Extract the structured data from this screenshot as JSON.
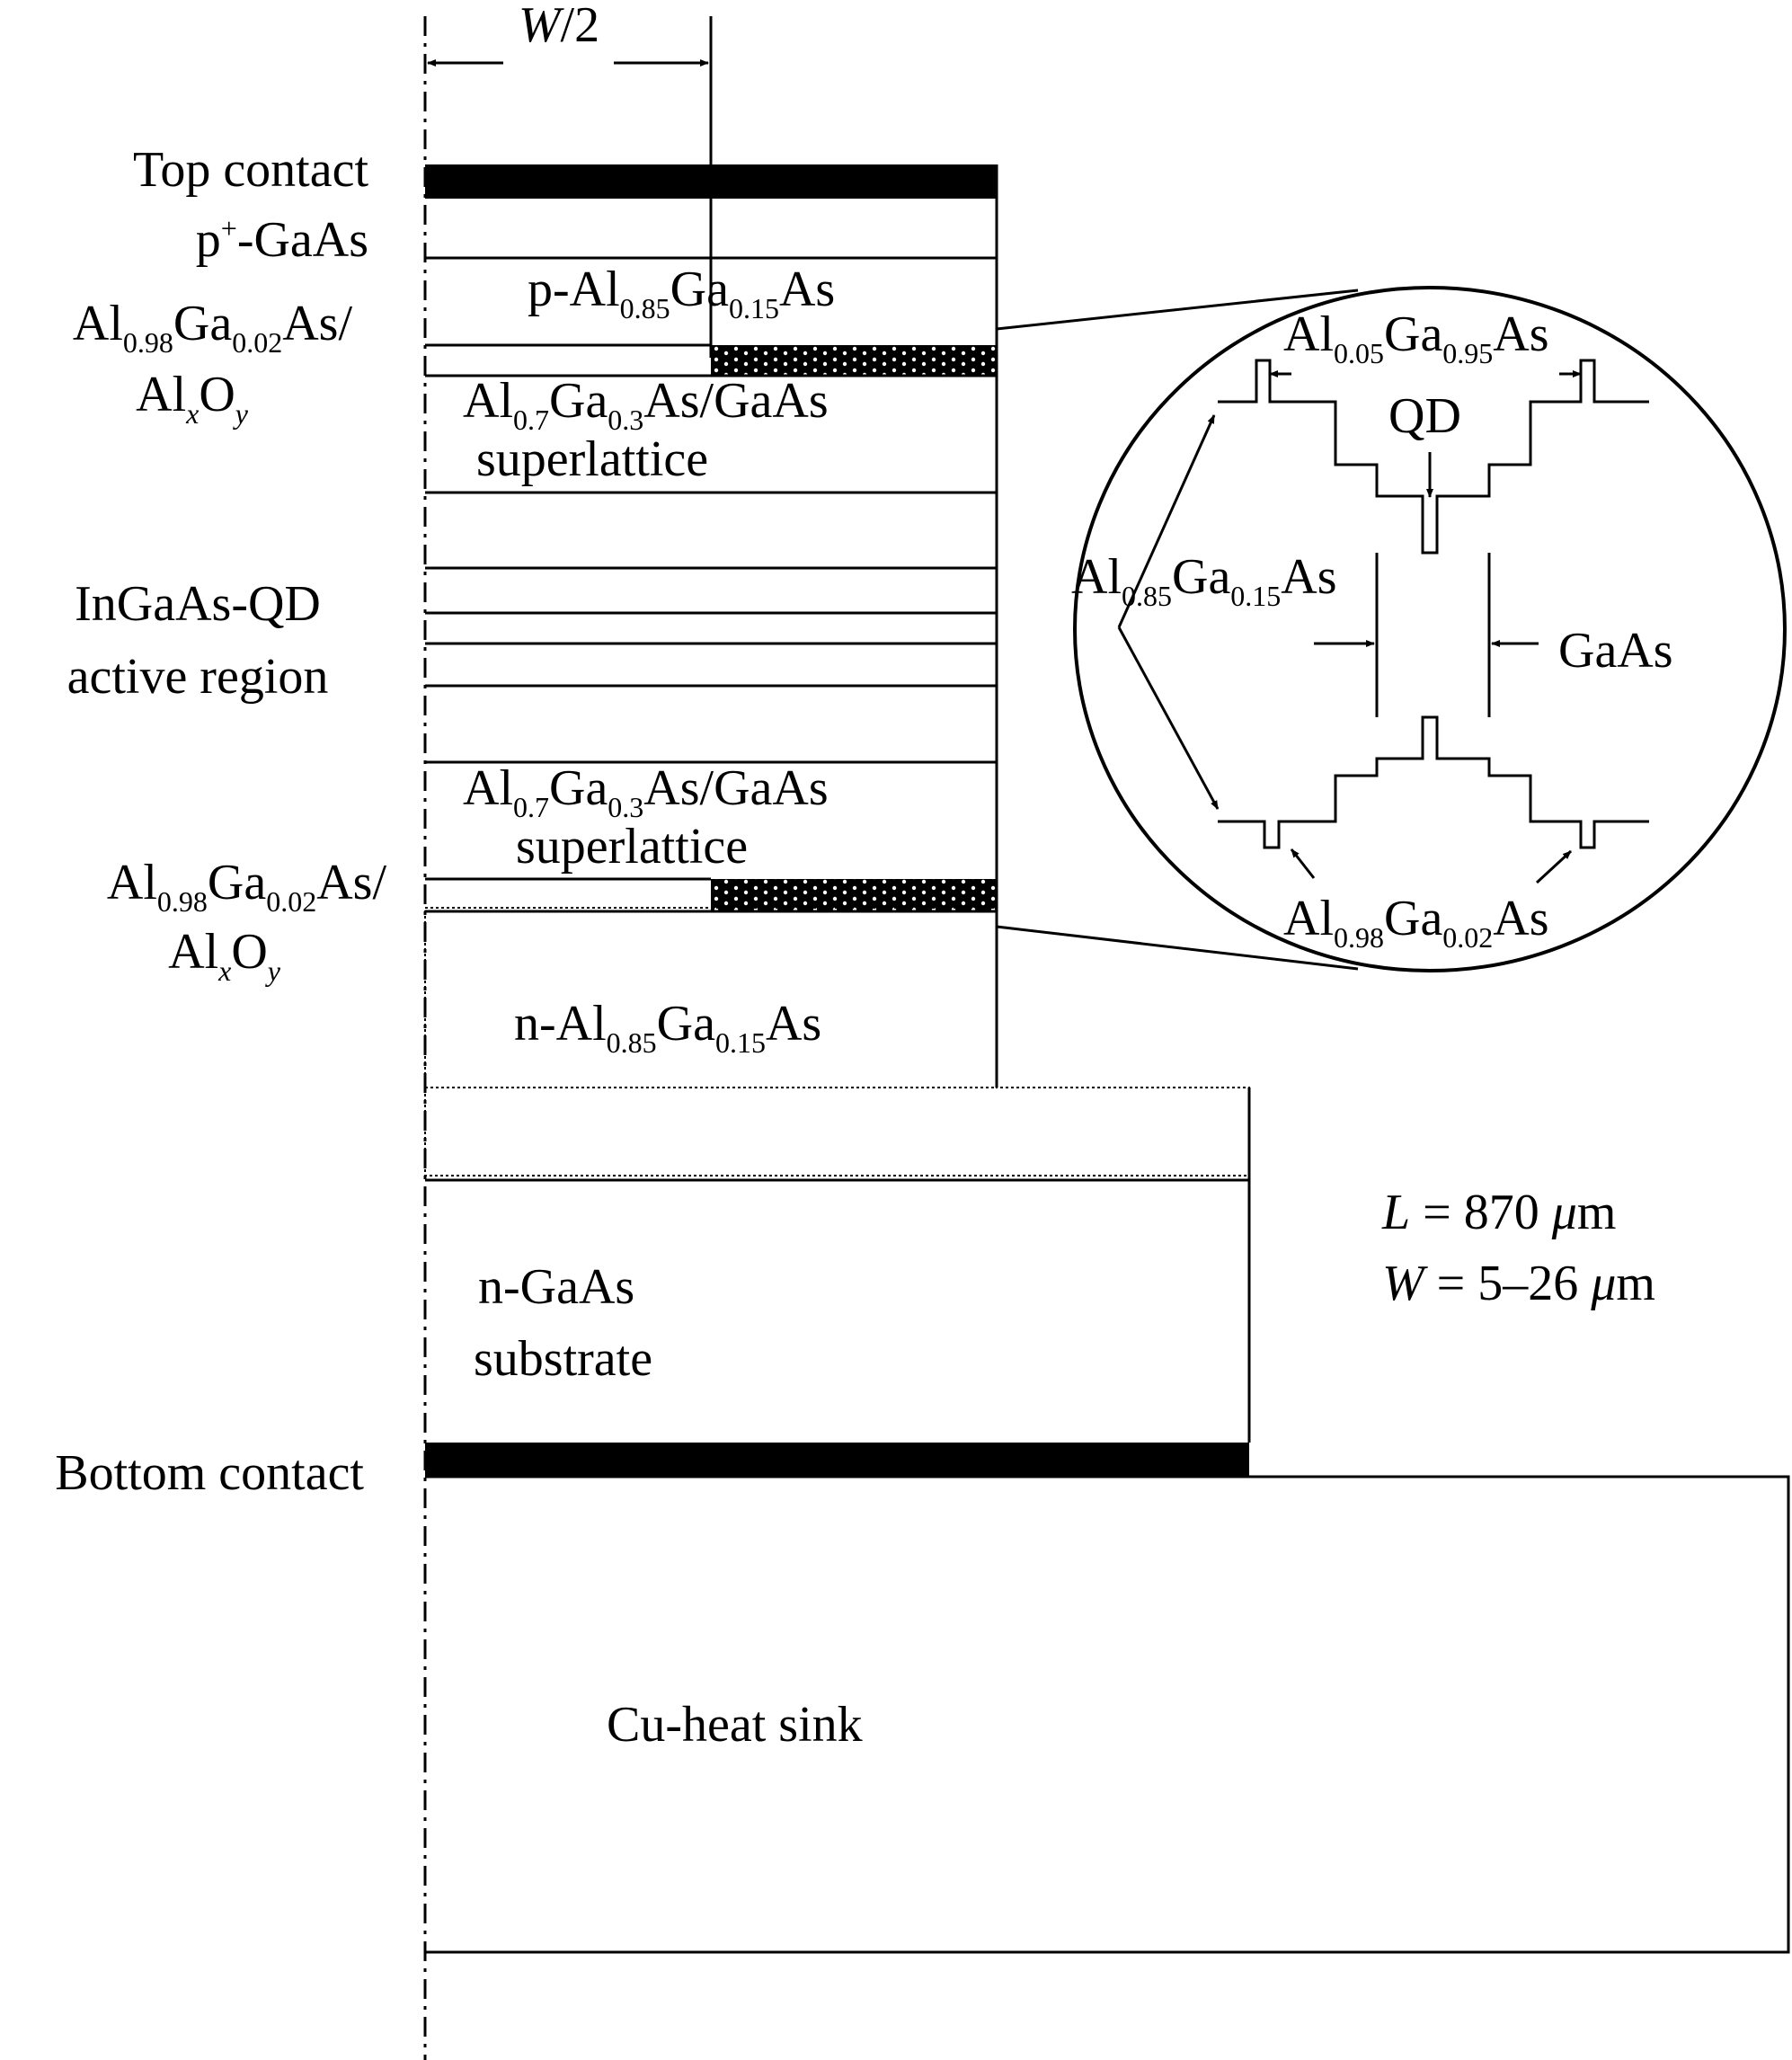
{
  "dimension": {
    "symbol": "W",
    "suffix": "/2"
  },
  "left_labels": {
    "top_contact": "Top contact",
    "p_gaas": {
      "base": "p",
      "sup": "+",
      "rest": "-GaAs"
    },
    "al098_top": {
      "al": "Al",
      "sub1": "0.98",
      "ga": "Ga",
      "sub2": "0.02",
      "as": "As/"
    },
    "alxoy_top": {
      "al": "Al",
      "x": "x",
      "o": "O",
      "y": "y"
    },
    "active_1": "InGaAs-QD",
    "active_2": "active region",
    "al098_bottom": {
      "al": "Al",
      "sub1": "0.98",
      "ga": "Ga",
      "sub2": "0.02",
      "as": "As/"
    },
    "alxoy_bottom": {
      "al": "Al",
      "x": "x",
      "o": "O",
      "y": "y"
    },
    "bottom_contact": "Bottom contact"
  },
  "layers": {
    "p_algaas": {
      "pre": "p-Al",
      "sub1": "0.85",
      "ga": "Ga",
      "sub2": "0.15",
      "as": "As"
    },
    "sl_top": {
      "al": "Al",
      "sub1": "0.7",
      "ga": "Ga",
      "sub2": "0.3",
      "rest": "As/GaAs"
    },
    "sl_top_2": "superlattice",
    "sl_bottom": {
      "al": "Al",
      "sub1": "0.7",
      "ga": "Ga",
      "sub2": "0.3",
      "rest": "As/GaAs"
    },
    "sl_bottom_2": "superlattice",
    "n_algaas": {
      "pre": "n-Al",
      "sub1": "0.85",
      "ga": "Ga",
      "sub2": "0.15",
      "as": "As"
    },
    "substrate_1": "n-GaAs",
    "substrate_2": "substrate",
    "heat_sink": "Cu-heat sink"
  },
  "inset": {
    "al005": {
      "al": "Al",
      "sub1": "0.05",
      "ga": "Ga",
      "sub2": "0.95",
      "as": "As"
    },
    "qd": "QD",
    "al085": {
      "al": "Al",
      "sub1": "0.85",
      "ga": "Ga",
      "sub2": "0.15",
      "as": "As"
    },
    "gaas": "GaAs",
    "al098": {
      "al": "Al",
      "sub1": "0.98",
      "ga": "Ga",
      "sub2": "0.02",
      "as": "As"
    }
  },
  "params": {
    "l_sym": "L",
    "l_val": " = 870 ",
    "l_mu": "μ",
    "l_unit": "m",
    "w_sym": "W",
    "w_val": " = 5–26 ",
    "w_mu": "μ",
    "w_unit": "m"
  }
}
